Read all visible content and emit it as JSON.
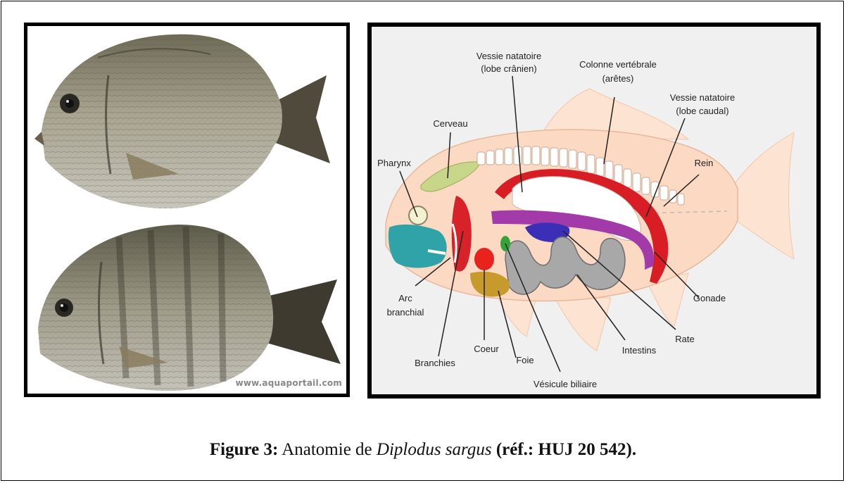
{
  "photo": {
    "watermark": "www.aquaportail.com"
  },
  "diagram": {
    "labels": {
      "vessie_cranien_1": "Vessie natatoire",
      "vessie_cranien_2": "(lobe crânien)",
      "colonne_1": "Colonne vertébrale",
      "colonne_2": "(arêtes)",
      "vessie_caudal_1": "Vessie natatoire",
      "vessie_caudal_2": "(lobe caudal)",
      "cerveau": "Cerveau",
      "pharynx": "Pharynx",
      "rein": "Rein",
      "arc_1": "Arc",
      "arc_2": "branchial",
      "gonade": "Gonade",
      "coeur": "Coeur",
      "rate": "Rate",
      "intestins": "Intestins",
      "branchies": "Branchies",
      "foie": "Foie",
      "vesicule": "Vésicule biliaire"
    },
    "colors": {
      "body": "#fbd9c2",
      "fin": "#fde3d2",
      "spine": "#ffffff",
      "swim_bladder": "#ffffff",
      "kidney_red": "#d81e24",
      "gonad": "#a23aa9",
      "spleen": "#3b2fb8",
      "intestine": "#a8a8a8",
      "liver": "#c79a2c",
      "heart": "#e8221c",
      "gill": "#d8222a",
      "pharynx": "#2fa3a8",
      "brain": "#c8d68a",
      "gall": "#36a23a"
    }
  },
  "caption": {
    "label": "Figure 3:",
    "text": " Anatomie de ",
    "species": "Diplodus sargus",
    "ref": " (réf.: HUJ 20 542)."
  }
}
